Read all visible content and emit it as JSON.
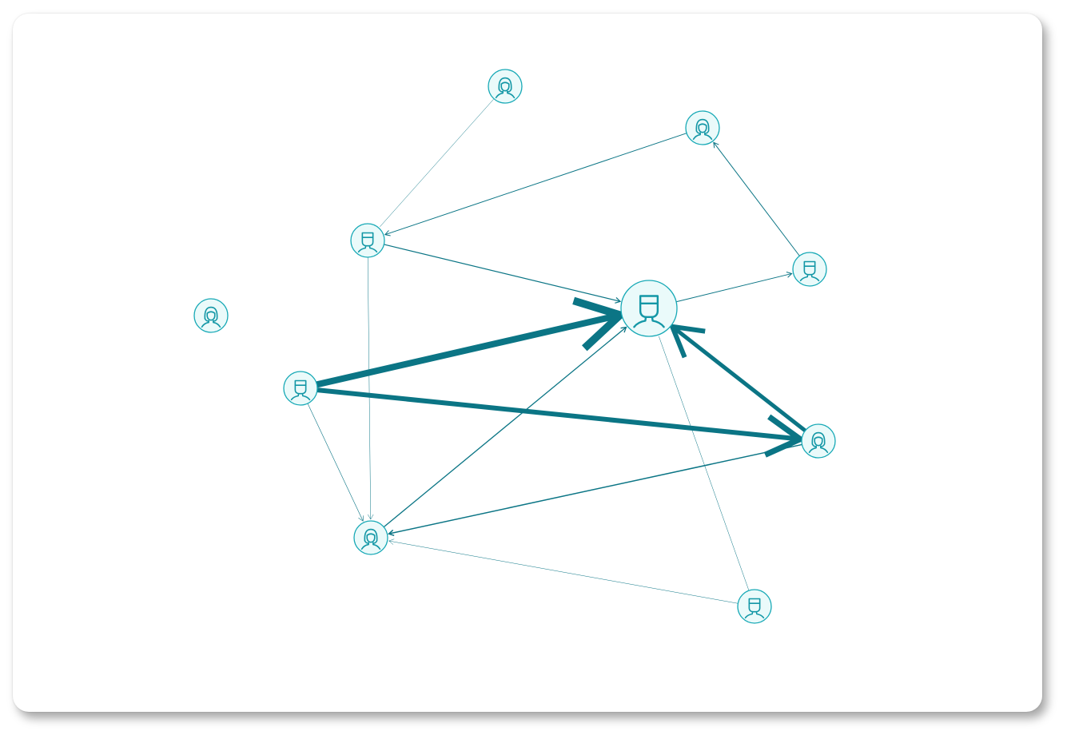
{
  "colors": {
    "edge": "#0b7585",
    "node_fill": "#eafafa",
    "node_stroke": "#17a9b6",
    "avatar": "#1397a6"
  },
  "nodes": [
    {
      "id": "n1",
      "avatar": "female-person-icon",
      "large": false
    },
    {
      "id": "n2",
      "avatar": "female-person-icon",
      "large": false
    },
    {
      "id": "n3",
      "avatar": "male-person-icon",
      "large": false
    },
    {
      "id": "n4",
      "avatar": "male-person-icon",
      "large": false
    },
    {
      "id": "n5",
      "avatar": "male-person-icon",
      "large": true
    },
    {
      "id": "n6",
      "avatar": "female-person-icon",
      "large": false
    },
    {
      "id": "n7",
      "avatar": "male-person-icon",
      "large": false
    },
    {
      "id": "n8",
      "avatar": "female-person-icon",
      "large": false
    },
    {
      "id": "n9",
      "avatar": "female-person-icon",
      "large": false
    },
    {
      "id": "n10",
      "avatar": "male-person-icon",
      "large": false
    }
  ],
  "edges": [
    {
      "from": "n1",
      "to": "n3",
      "weight": 0.5,
      "arrow": false
    },
    {
      "from": "n2",
      "to": "n3",
      "weight": 1,
      "arrow": true
    },
    {
      "from": "n3",
      "to": "n5",
      "weight": 1.2,
      "arrow": true
    },
    {
      "from": "n3",
      "to": "n8",
      "weight": 0.5,
      "arrow": true
    },
    {
      "from": "n4",
      "to": "n2",
      "weight": 1,
      "arrow": true
    },
    {
      "from": "n5",
      "to": "n4",
      "weight": 1,
      "arrow": true
    },
    {
      "from": "n7",
      "to": "n5",
      "weight": 8,
      "arrow": true
    },
    {
      "from": "n7",
      "to": "n9",
      "weight": 6,
      "arrow": true
    },
    {
      "from": "n9",
      "to": "n5",
      "weight": 5,
      "arrow": true
    },
    {
      "from": "n7",
      "to": "n8",
      "weight": 0.6,
      "arrow": true
    },
    {
      "from": "n8",
      "to": "n5",
      "weight": 1.3,
      "arrow": true
    },
    {
      "from": "n9",
      "to": "n8",
      "weight": 1.5,
      "arrow": true
    },
    {
      "from": "n10",
      "to": "n8",
      "weight": 0.5,
      "arrow": true
    },
    {
      "from": "n10",
      "to": "n5",
      "weight": 0.5,
      "arrow": false
    }
  ]
}
